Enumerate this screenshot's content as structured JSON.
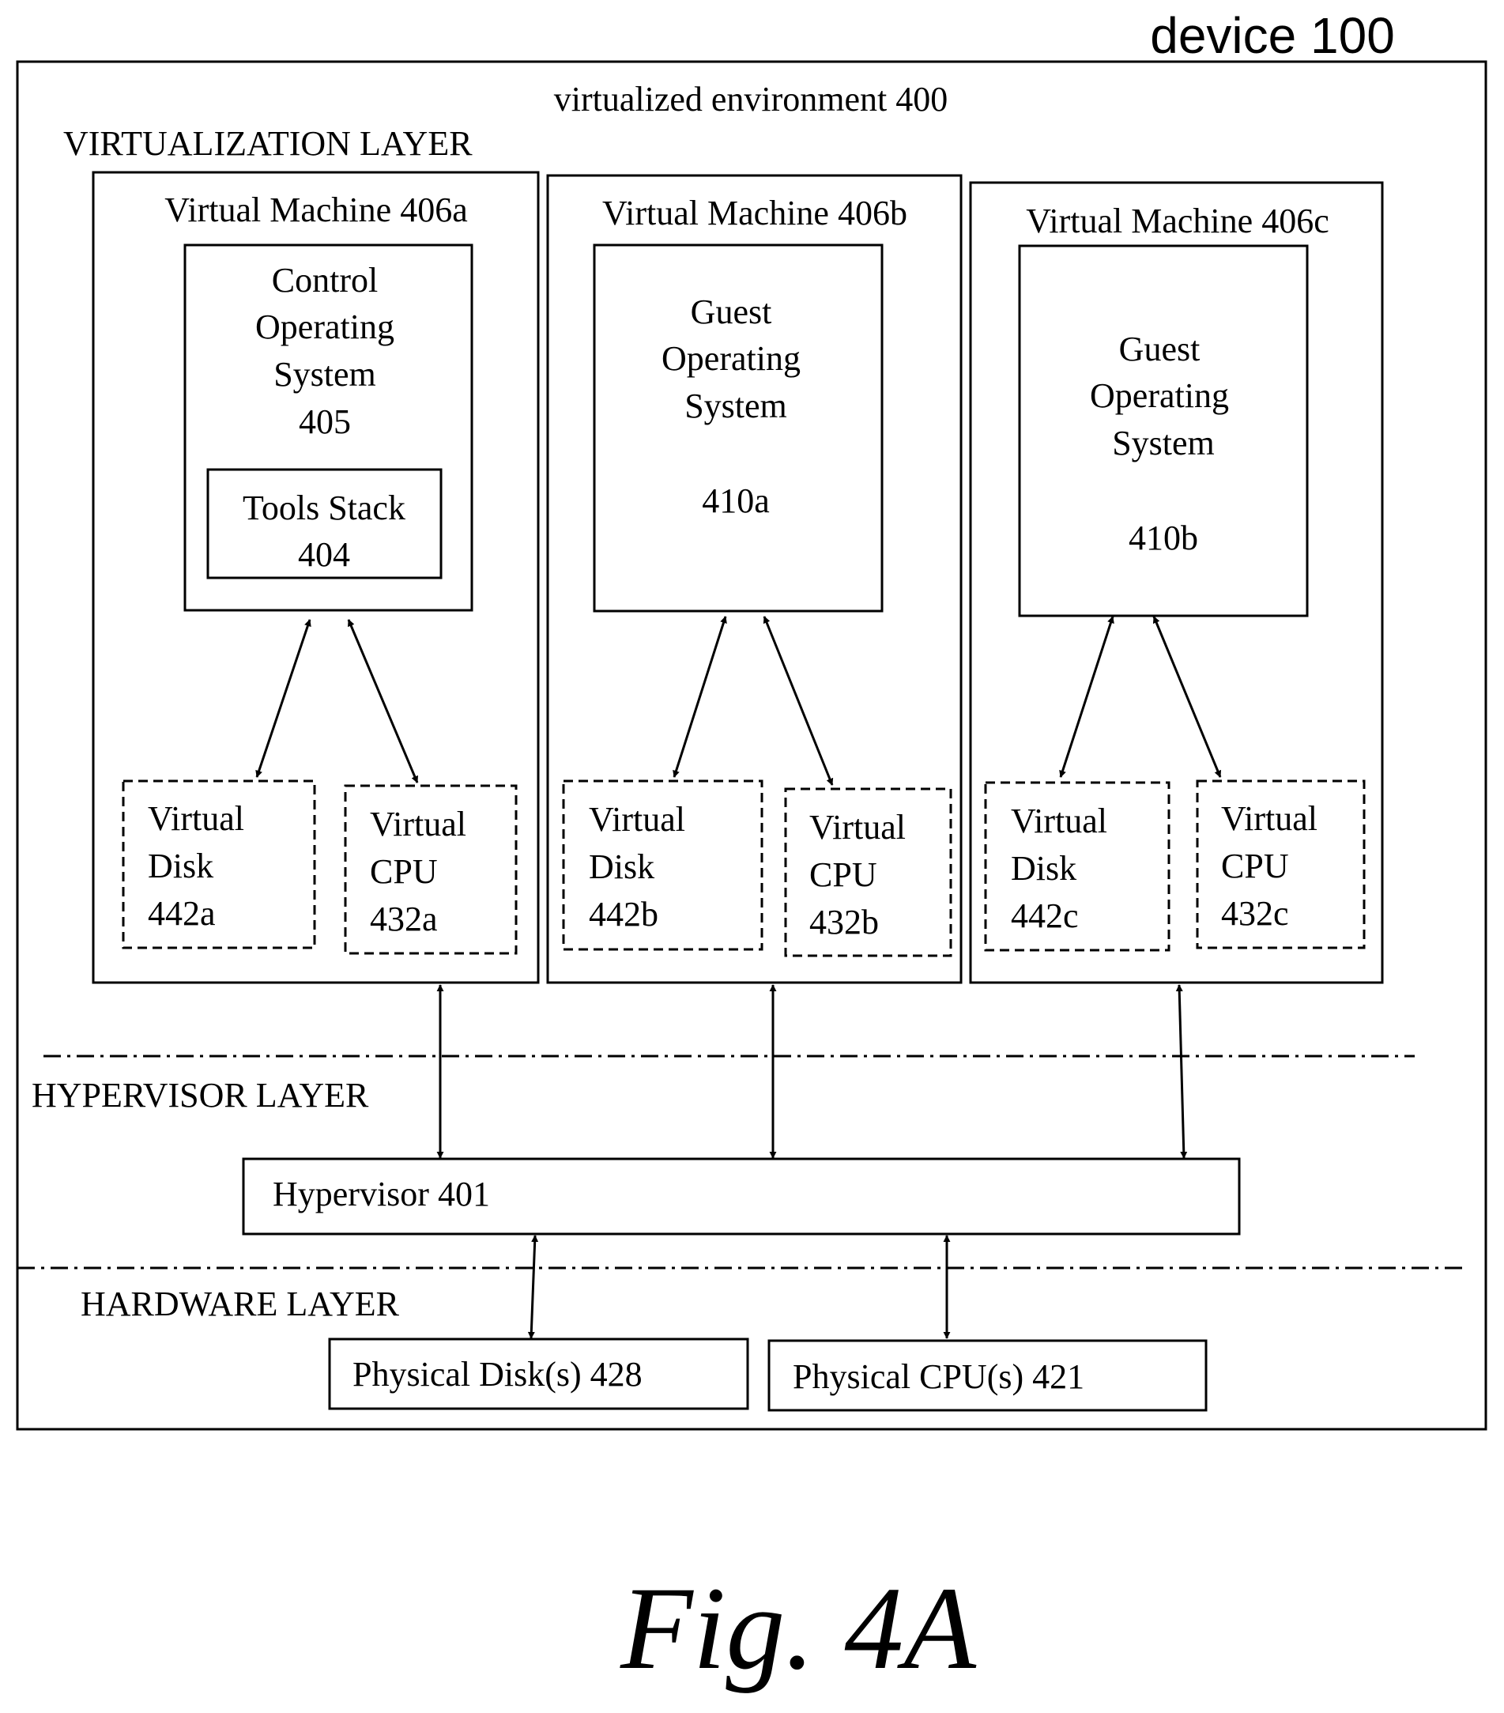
{
  "device_label": "device 100",
  "environment_label": "virtualized environment 400",
  "layers": {
    "virtualization": "VIRTUALIZATION LAYER",
    "hypervisor": "HYPERVISOR LAYER",
    "hardware": "HARDWARE LAYER"
  },
  "vm_a": {
    "title": "Virtual Machine 406a",
    "os_lines": [
      "Control",
      "Operating",
      "System",
      "405"
    ],
    "tools_lines": [
      "Tools Stack",
      "404"
    ],
    "disk_lines": [
      "Virtual",
      "Disk",
      "442a"
    ],
    "cpu_lines": [
      "Virtual",
      "CPU",
      "432a"
    ]
  },
  "vm_b": {
    "title": "Virtual Machine 406b",
    "os_lines": [
      "Guest",
      "Operating",
      "System",
      "410a"
    ],
    "disk_lines": [
      "Virtual",
      "Disk",
      "442b"
    ],
    "cpu_lines": [
      "Virtual",
      "CPU",
      "432b"
    ]
  },
  "vm_c": {
    "title": "Virtual Machine 406c",
    "os_lines": [
      "Guest",
      "Operating",
      "System",
      "410b"
    ],
    "disk_lines": [
      "Virtual",
      "Disk",
      "442c"
    ],
    "cpu_lines": [
      "Virtual",
      "CPU",
      "432c"
    ]
  },
  "hypervisor_label": "Hypervisor 401",
  "physical_disk_label": "Physical Disk(s) 428",
  "physical_cpu_label": "Physical CPU(s) 421",
  "figure_caption": "Fig. 4A"
}
